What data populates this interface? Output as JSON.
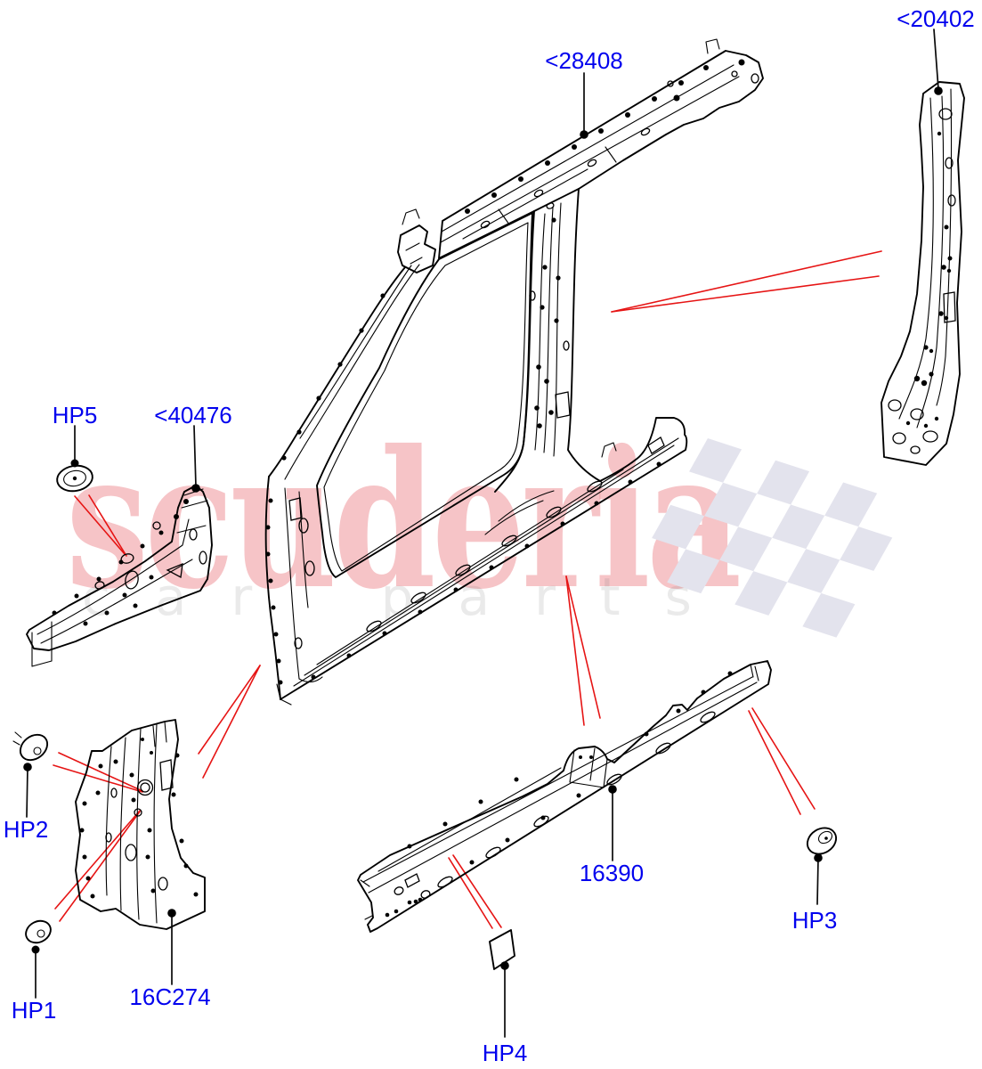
{
  "colors": {
    "label_blue": "#0202ee",
    "leader_red": "#e61414",
    "line_black": "#000000",
    "watermark_pink": "#e03c464d",
    "watermark_gray": "#71717126",
    "flag_gray": "#e3e3ed"
  },
  "watermark": {
    "brand": "scuderia",
    "tagline": "car parts"
  },
  "diagram": {
    "callouts": {
      "c28408": "<28408",
      "c20402": "<20402",
      "c40476": "<40476",
      "hp5": "HP5",
      "hp2": "HP2",
      "hp1": "HP1",
      "c16C274": "16C274",
      "c16390": "16390",
      "hp4": "HP4",
      "hp3": "HP3"
    }
  }
}
